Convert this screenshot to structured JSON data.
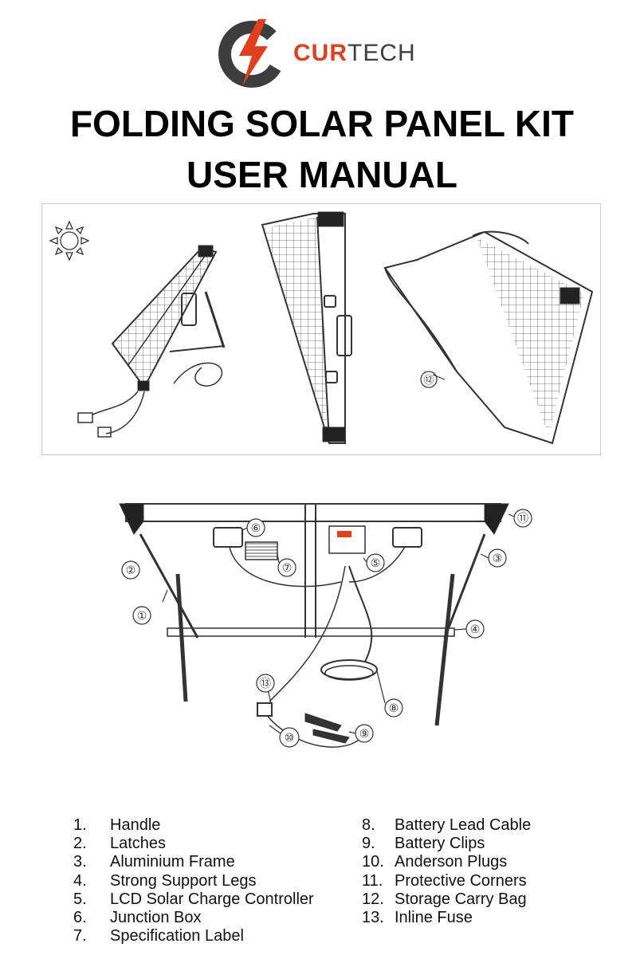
{
  "brand": {
    "part1": "CUR",
    "part2": "TECH",
    "accent_color": "#e0401c",
    "dark_color": "#3d3d3d"
  },
  "title_line1": "FOLDING SOLAR PANEL KIT",
  "title_line2": "USER MANUAL",
  "illustrations": {
    "callout_12": "⑫",
    "callouts": [
      "①",
      "②",
      "③",
      "④",
      "⑤",
      "⑥",
      "⑦",
      "⑧",
      "⑨",
      "⑩",
      "⑪",
      "⑬"
    ]
  },
  "parts_left": [
    {
      "num": "1.",
      "name": "Handle"
    },
    {
      "num": "2.",
      "name": "Latches"
    },
    {
      "num": "3.",
      "name": "Aluminium Frame"
    },
    {
      "num": "4.",
      "name": "Strong Support Legs"
    },
    {
      "num": "5.",
      "name": "LCD Solar Charge Controller"
    },
    {
      "num": "6.",
      "name": "Junction Box"
    },
    {
      "num": "7.",
      "name": "Specification Label"
    }
  ],
  "parts_right": [
    {
      "num": "8.",
      "name": "Battery Lead Cable"
    },
    {
      "num": "9.",
      "name": "Battery Clips"
    },
    {
      "num": "10.",
      "name": "Anderson Plugs"
    },
    {
      "num": "11.",
      "name": "Protective Corners"
    },
    {
      "num": "12.",
      "name": "Storage Carry Bag"
    },
    {
      "num": "13.",
      "name": "Inline Fuse"
    }
  ]
}
